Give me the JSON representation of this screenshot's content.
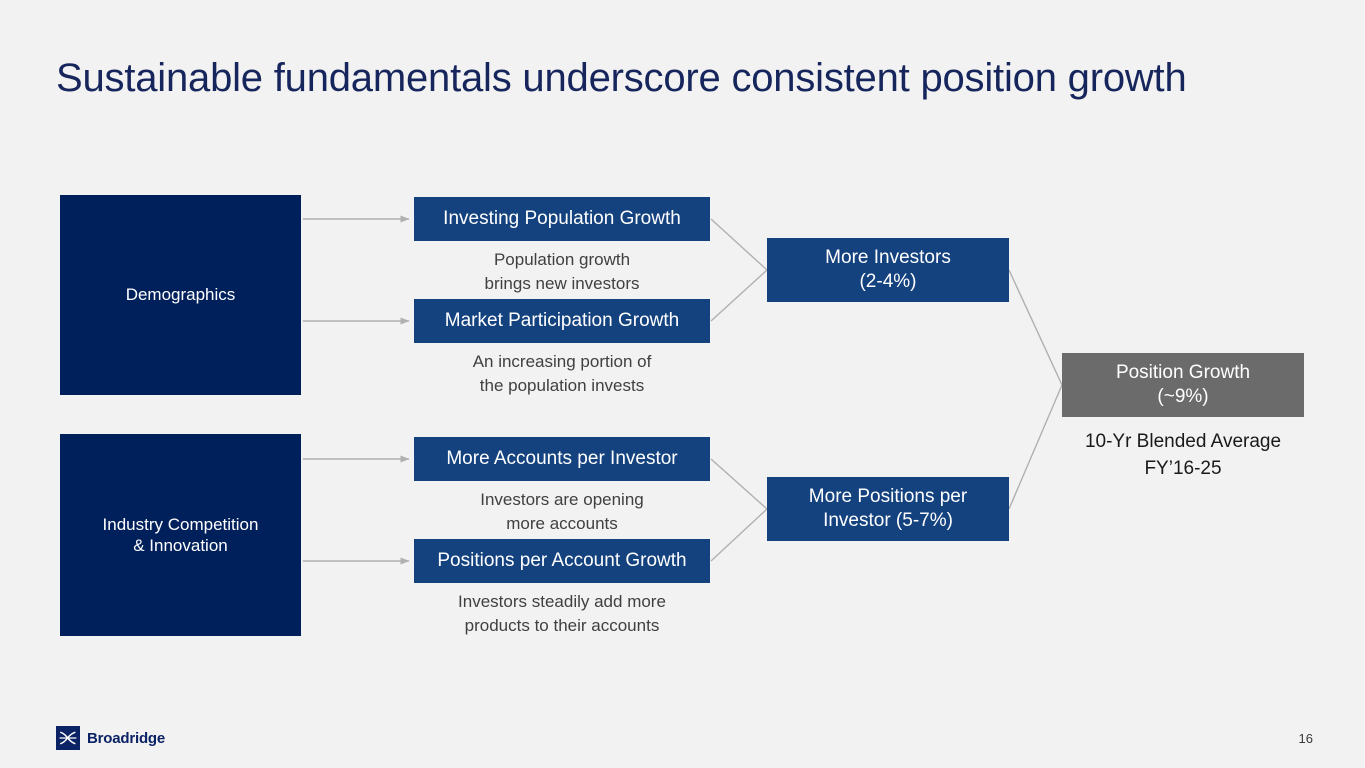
{
  "slide": {
    "title": "Sustainable fundamentals underscore consistent position growth",
    "page_number": "16",
    "background_color": "#f2f2f2"
  },
  "colors": {
    "title": "#16265c",
    "driver_box": "#00205b",
    "factor_box": "#14427f",
    "outcome_box": "#14427f",
    "result_box": "#6b6b6b",
    "connector": "#b0b0b0",
    "caption_text": "#404040"
  },
  "diagram": {
    "drivers": [
      {
        "label": "Demographics"
      },
      {
        "label": "Industry Competition\n& Innovation"
      }
    ],
    "factors": [
      {
        "label": "Investing Population Growth",
        "caption": "Population growth\nbrings new investors"
      },
      {
        "label": "Market Participation Growth",
        "caption": "An increasing portion of\nthe population invests"
      },
      {
        "label": "More Accounts per Investor",
        "caption": "Investors are opening\nmore accounts"
      },
      {
        "label": "Positions per Account Growth",
        "caption": "Investors steadily add more\nproducts to their accounts"
      }
    ],
    "outcomes": [
      {
        "label": "More Investors\n(2-4%)"
      },
      {
        "label": "More Positions per\nInvestor (5-7%)"
      }
    ],
    "result": {
      "label": "Position Growth\n(~9%)",
      "caption": "10-Yr Blended Average\nFY’16-25"
    }
  },
  "footer": {
    "brand": "Broadridge",
    "logo_icon": "broadridge-bowtie-icon"
  }
}
